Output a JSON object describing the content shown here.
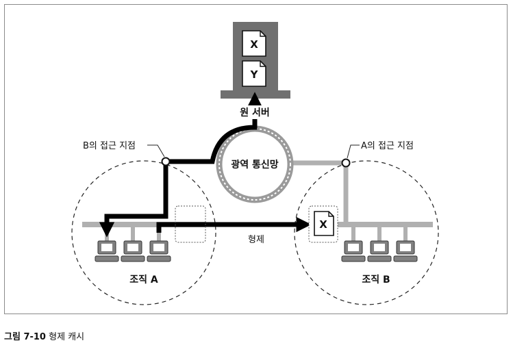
{
  "labels": {
    "origin_server": "원 서버",
    "wan": "광역 통신망",
    "access_point_b": "B의 접근 지점",
    "access_point_a": "A의 접근 지점",
    "sibling": "형제",
    "org_a": "조직 A",
    "org_b": "조직 B"
  },
  "documents": {
    "server_doc_1": "X",
    "server_doc_2": "Y",
    "cache_doc": "X"
  },
  "caption": {
    "number": "그림 7-10",
    "text": "형제 캐시"
  }
}
